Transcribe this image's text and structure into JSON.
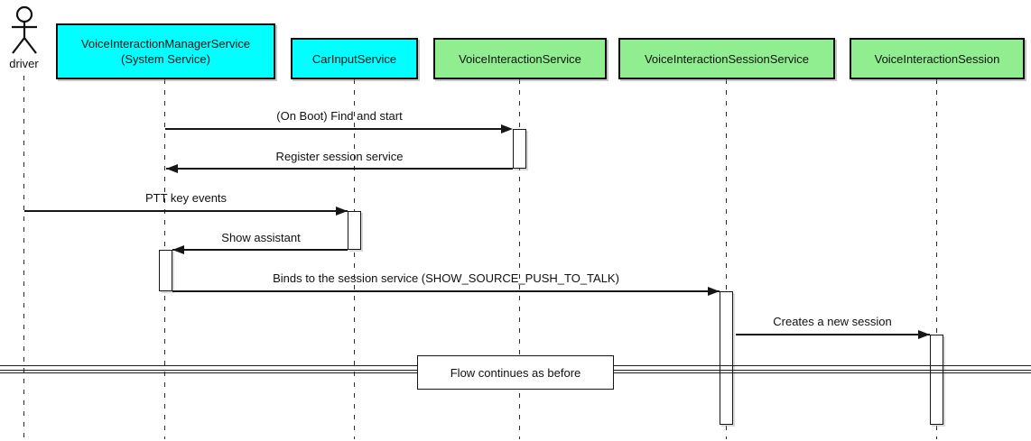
{
  "colors": {
    "participant_cyan": "#00ffff",
    "participant_green": "#90ee90",
    "line_black": "#161616",
    "background": "#ffffff"
  },
  "actor": {
    "label": "driver",
    "icon": "stick-figure-actor-icon"
  },
  "participants": [
    {
      "name": "VoiceInteractionManagerService",
      "subtitle": "(System Service)",
      "fill": "#00ffff"
    },
    {
      "name": "CarInputService",
      "fill": "#00ffff"
    },
    {
      "name": "VoiceInteractionService",
      "fill": "#90ee90"
    },
    {
      "name": "VoiceInteractionSessionService",
      "fill": "#90ee90"
    },
    {
      "name": "VoiceInteractionSession",
      "fill": "#90ee90"
    }
  ],
  "messages": [
    {
      "label": "(On Boot) Find and start",
      "from": "VoiceInteractionManagerService",
      "to": "VoiceInteractionService",
      "direction": "right"
    },
    {
      "label": "Register session service",
      "from": "VoiceInteractionService",
      "to": "VoiceInteractionManagerService",
      "direction": "left"
    },
    {
      "label": "PTT key events",
      "from": "driver",
      "to": "CarInputService",
      "direction": "right"
    },
    {
      "label": "Show assistant",
      "from": "CarInputService",
      "to": "VoiceInteractionManagerService",
      "direction": "left"
    },
    {
      "label": "Binds to the session service (SHOW_SOURCE_PUSH_TO_TALK)",
      "from": "VoiceInteractionManagerService",
      "to": "VoiceInteractionSessionService",
      "direction": "right"
    },
    {
      "label": "Creates a new session",
      "from": "VoiceInteractionSessionService",
      "to": "VoiceInteractionSession",
      "direction": "right"
    }
  ],
  "divider": {
    "label": "Flow continues as before"
  }
}
